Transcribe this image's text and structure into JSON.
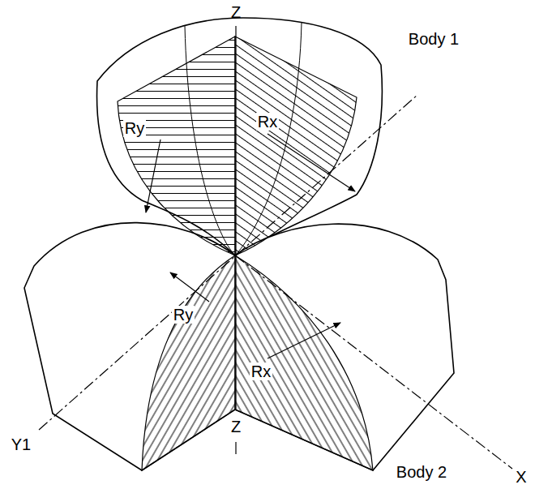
{
  "diagram": {
    "labels": [
      "Z",
      "Body 1",
      "Rx",
      "Ry",
      "Y1",
      "Ry",
      "Rx",
      "Z",
      "Body 2",
      "X"
    ]
  }
}
